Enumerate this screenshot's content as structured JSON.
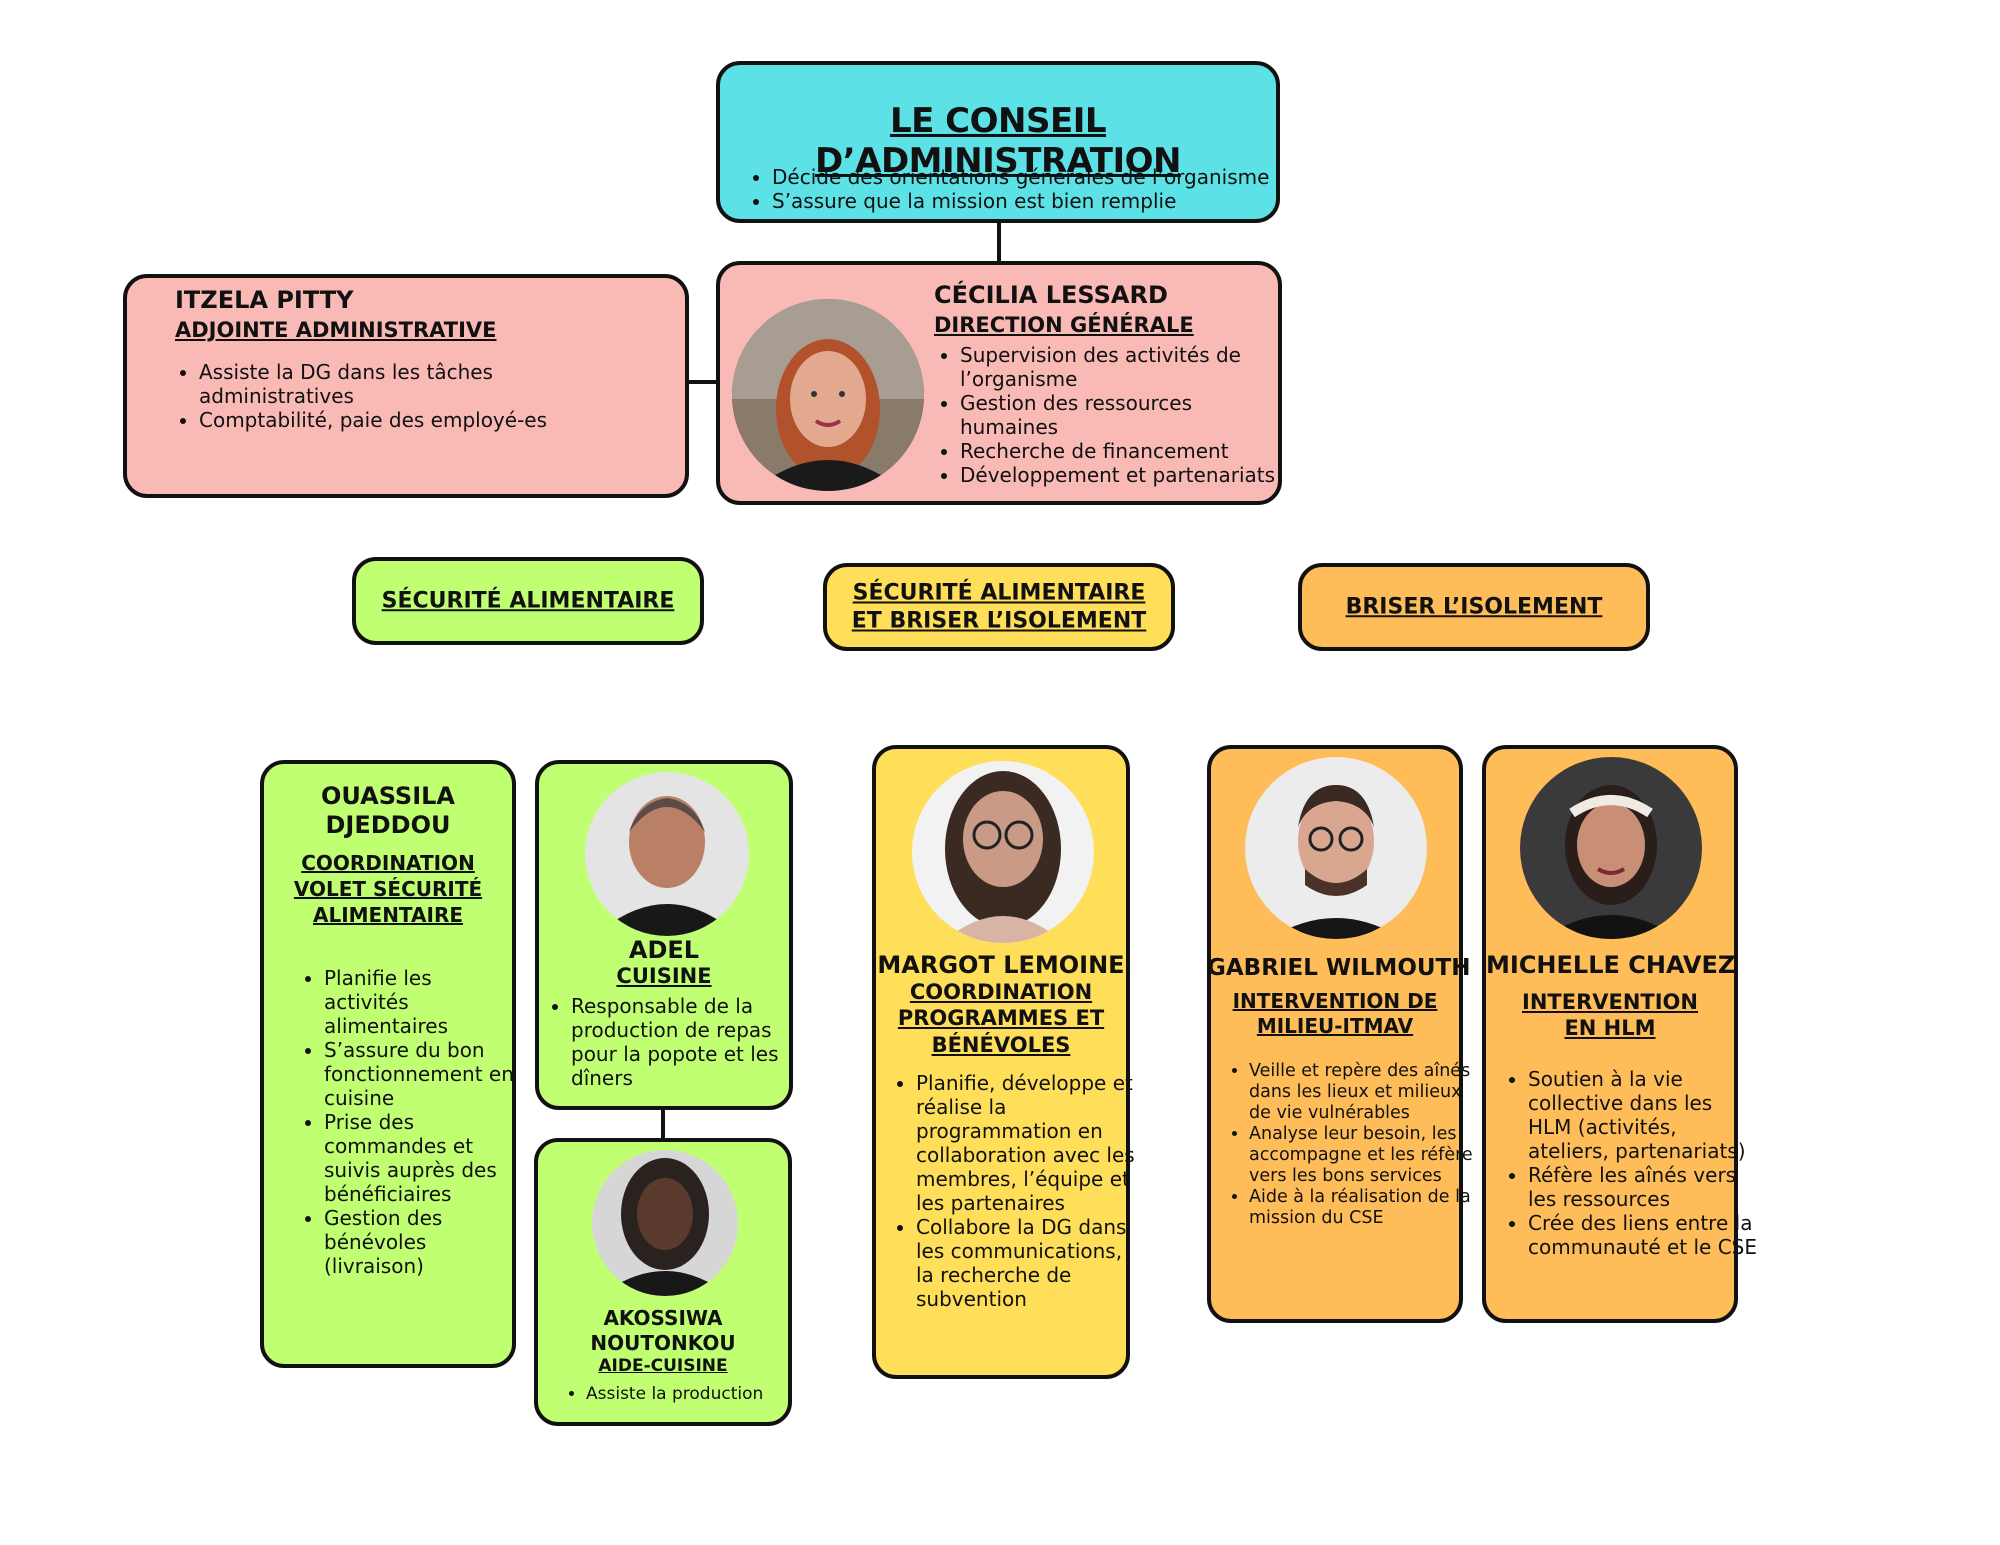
{
  "board": {
    "title": "LE CONSEIL D’ADMINISTRATION",
    "bullets": [
      "Décide des orientations générales de l’organisme",
      "S’assure que la mission est bien remplie"
    ]
  },
  "itzela": {
    "name": "ITZELA PITTY",
    "role": "ADJOINTE ADMINISTRATIVE",
    "bullets": [
      "Assiste la DG dans les tâches administratives",
      "Comptabilité, paie des employé-es"
    ]
  },
  "cecilia": {
    "name": "CÉCILIA LESSARD",
    "role": "DIRECTION GÉNÉRALE",
    "bullets": [
      "Supervision des activités de l’organisme",
      "Gestion des ressources humaines",
      "Recherche de financement",
      "Développement et partenariats"
    ]
  },
  "categories": {
    "food": "SÉCURITÉ ALIMENTAIRE",
    "food_isolation": "SÉCURITÉ ALIMENTAIRE ET BRISER L’ISOLEMENT",
    "isolation": "BRISER L’ISOLEMENT"
  },
  "ouassila": {
    "name": "OUASSILA DJEDDOU",
    "role": "COORDINATION VOLET SÉCURITÉ ALIMENTAIRE",
    "bullets": [
      "Planifie les activités alimentaires",
      "S’assure du bon fonctionnement en cuisine",
      "Prise des commandes et suivis auprès des bénéficiaires",
      "Gestion des bénévoles (livraison)"
    ]
  },
  "adel": {
    "name": "ADEL",
    "role": "CUISINE",
    "bullets": [
      "Responsable de la production de repas pour la popote et les dîners"
    ]
  },
  "akossiwa": {
    "name": "AKOSSIWA NOUTONKOU",
    "role": "AIDE-CUISINE",
    "bullets": [
      "Assiste la production"
    ]
  },
  "margot": {
    "name": "MARGOT LEMOINE",
    "role": "COORDINATION PROGRAMMES ET BÉNÉVOLES",
    "bullets": [
      "Planifie, développe et réalise la programmation en collaboration avec les membres, l’équipe et les partenaires",
      "Collabore la DG dans les communications, la recherche de subvention"
    ]
  },
  "gabriel": {
    "name": "GABRIEL WILMOUTH",
    "role": "INTERVENTION DE MILIEU-ITMAV",
    "bullets": [
      "Veille et repère des aînés dans les lieux et milieux de vie vulnérables",
      "Analyse leur besoin, les accompagne et les réfère vers les bons services",
      "Aide à la réalisation de la mission du CSE"
    ]
  },
  "michelle": {
    "name": "MICHELLE CHAVEZ",
    "role": "INTERVENTION EN HLM",
    "bullets": [
      "Soutien à la vie collective dans les HLM (activités, ateliers, partenariats)",
      "Réfère les aînés vers les ressources",
      "Crée des liens entre la communauté et le CSE"
    ]
  },
  "colors": {
    "board": "#5ce1e6",
    "direction": "#f9bab6",
    "food": "#c1ff72",
    "food_isolation": "#ffde59",
    "isolation": "#ffbd59"
  }
}
